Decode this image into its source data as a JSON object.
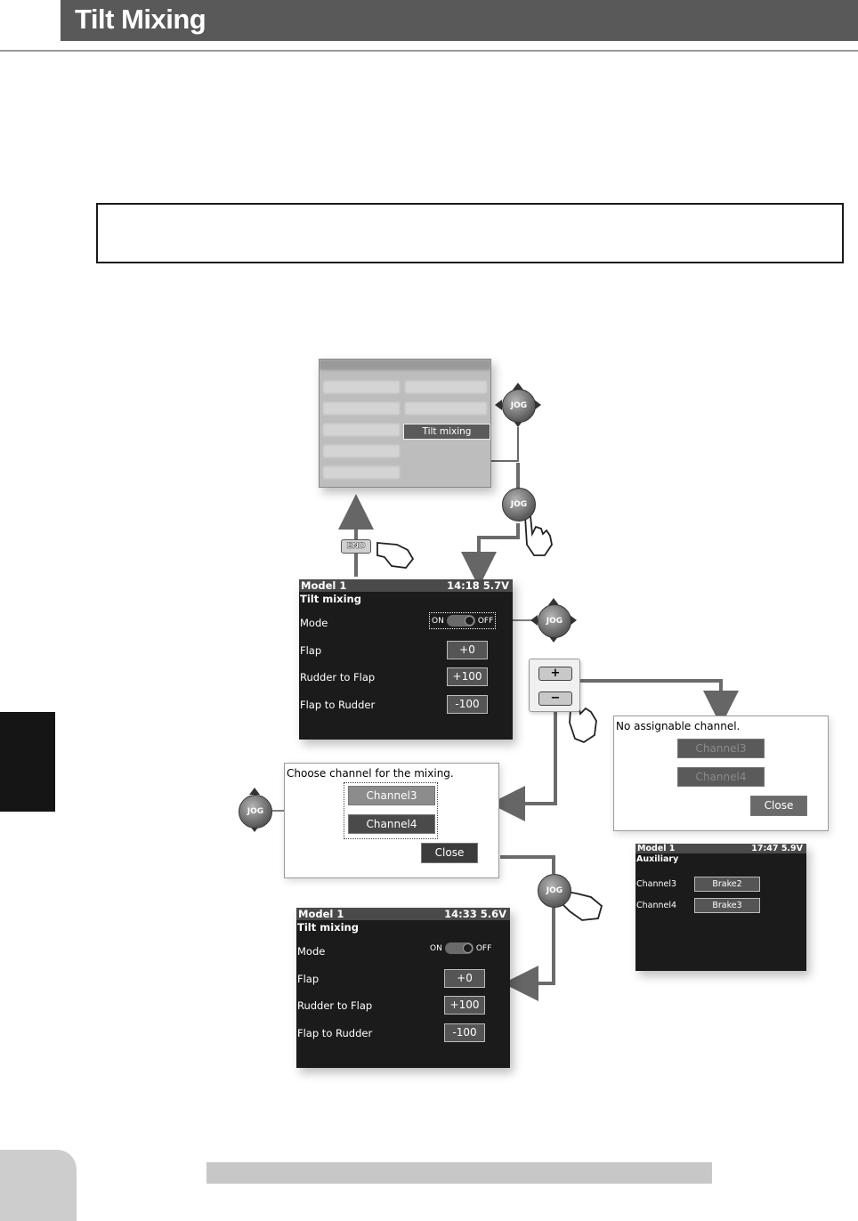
{
  "header": {
    "title": "Tilt Mixing"
  },
  "mixing_menu": {
    "highlight": "Tilt mixing"
  },
  "keys": {
    "jog": "JOG",
    "end": "END",
    "plus": "+",
    "minus": "−"
  },
  "tilt_screen_1": {
    "model": "Model 1",
    "status": "14:18 5.7V",
    "title": "Tilt mixing",
    "mode_label": "Mode",
    "on": "ON",
    "off": "OFF",
    "rows": [
      {
        "label": "Flap",
        "value": "+0"
      },
      {
        "label": "Rudder to Flap",
        "value": "+100"
      },
      {
        "label": "Flap to Rudder",
        "value": "-100"
      }
    ]
  },
  "choose_dialog": {
    "message": "Choose channel for the mixing.",
    "channel3": "Channel3",
    "channel4": "Channel4",
    "close": "Close"
  },
  "no_channel_dialog": {
    "message": "No assignable channel.",
    "channel3": "Channel3",
    "channel4": "Channel4",
    "close": "Close"
  },
  "auxiliary_screen": {
    "model": "Model 1",
    "status": "17:47 5.9V",
    "title": "Auxiliary",
    "rows": [
      {
        "label": "Channel3",
        "value": "Brake2"
      },
      {
        "label": "Channel4",
        "value": "Brake3"
      }
    ]
  },
  "tilt_screen_2": {
    "model": "Model 1",
    "status": "14:33 5.6V",
    "title": "Tilt mixing",
    "mode_label": "Mode",
    "on": "ON",
    "off": "OFF",
    "rows": [
      {
        "label": "Flap",
        "value": "+0"
      },
      {
        "label": "Rudder to Flap",
        "value": "+100"
      },
      {
        "label": "Flap to Rudder",
        "value": "-100"
      }
    ]
  }
}
